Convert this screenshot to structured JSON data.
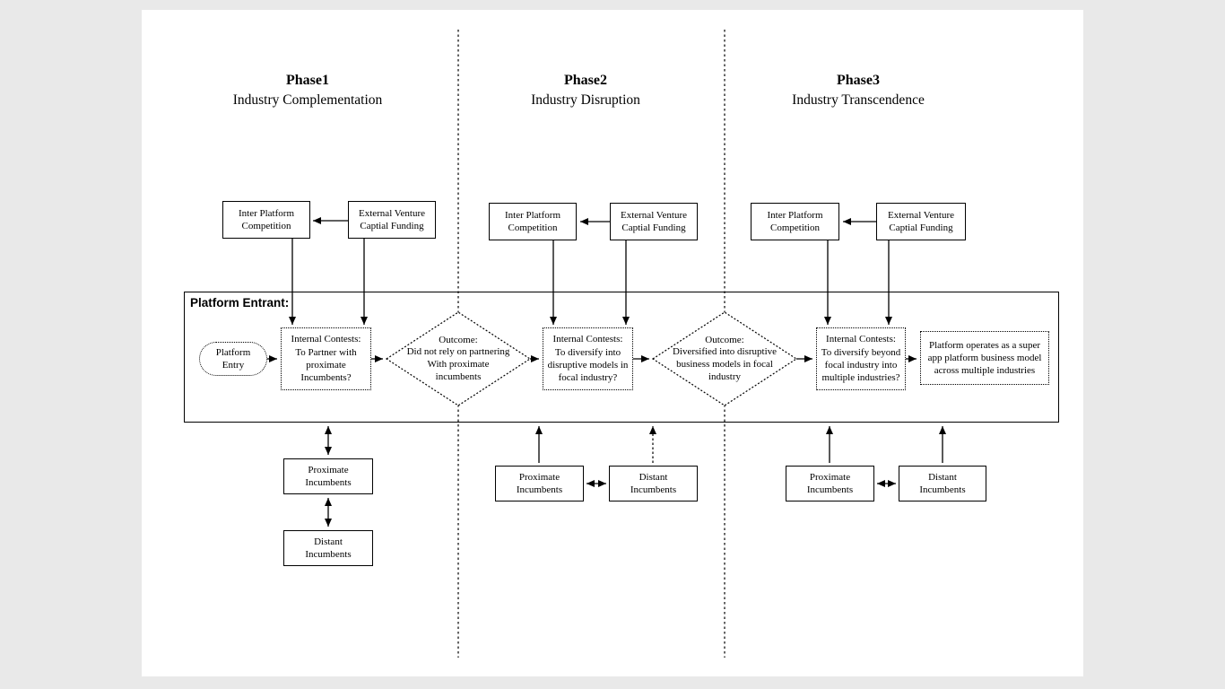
{
  "diagram": {
    "band_label": "Platform Entrant:",
    "entry_node": "Platform\nEntry",
    "phases": [
      {
        "title": "Phase1",
        "subtitle": "Industry Complementation",
        "competition_box": "Inter Platform\nCompetition",
        "funding_box": "External Venture\nCaptial Funding",
        "contests_box": "Internal Contests:\nTo Partner with\nproximate\nIncumbents?",
        "outcome_diamond": "Outcome:\nDid not rely on partnering\nWith proximate\nincumbents",
        "proximate_box": "Proximate\nIncumbents",
        "distant_box": "Distant\nIncumbents"
      },
      {
        "title": "Phase2",
        "subtitle": "Industry Disruption",
        "competition_box": "Inter Platform\nCompetition",
        "funding_box": "External Venture\nCaptial Funding",
        "contests_box": "Internal Contests:\nTo diversify into\ndisruptive models in\nfocal industry?",
        "outcome_diamond": "Outcome:\nDiversified into disruptive\nbusiness models in focal\nindustry",
        "proximate_box": "Proximate\nIncumbents",
        "distant_box": "Distant\nIncumbents"
      },
      {
        "title": "Phase3",
        "subtitle": "Industry Transcendence",
        "competition_box": "Inter Platform\nCompetition",
        "funding_box": "External Venture\nCaptial Funding",
        "contests_box": "Internal Contests:\nTo diversify beyond\nfocal industry into\nmultiple industries?",
        "final_box": "Platform operates as a super\napp platform business model\nacross multiple industries",
        "proximate_box": "Proximate\nIncumbents",
        "distant_box": "Distant\nIncumbents"
      }
    ],
    "colors": {
      "line": "#000000",
      "background": "#e9e9e9",
      "canvas": "#ffffff"
    }
  }
}
